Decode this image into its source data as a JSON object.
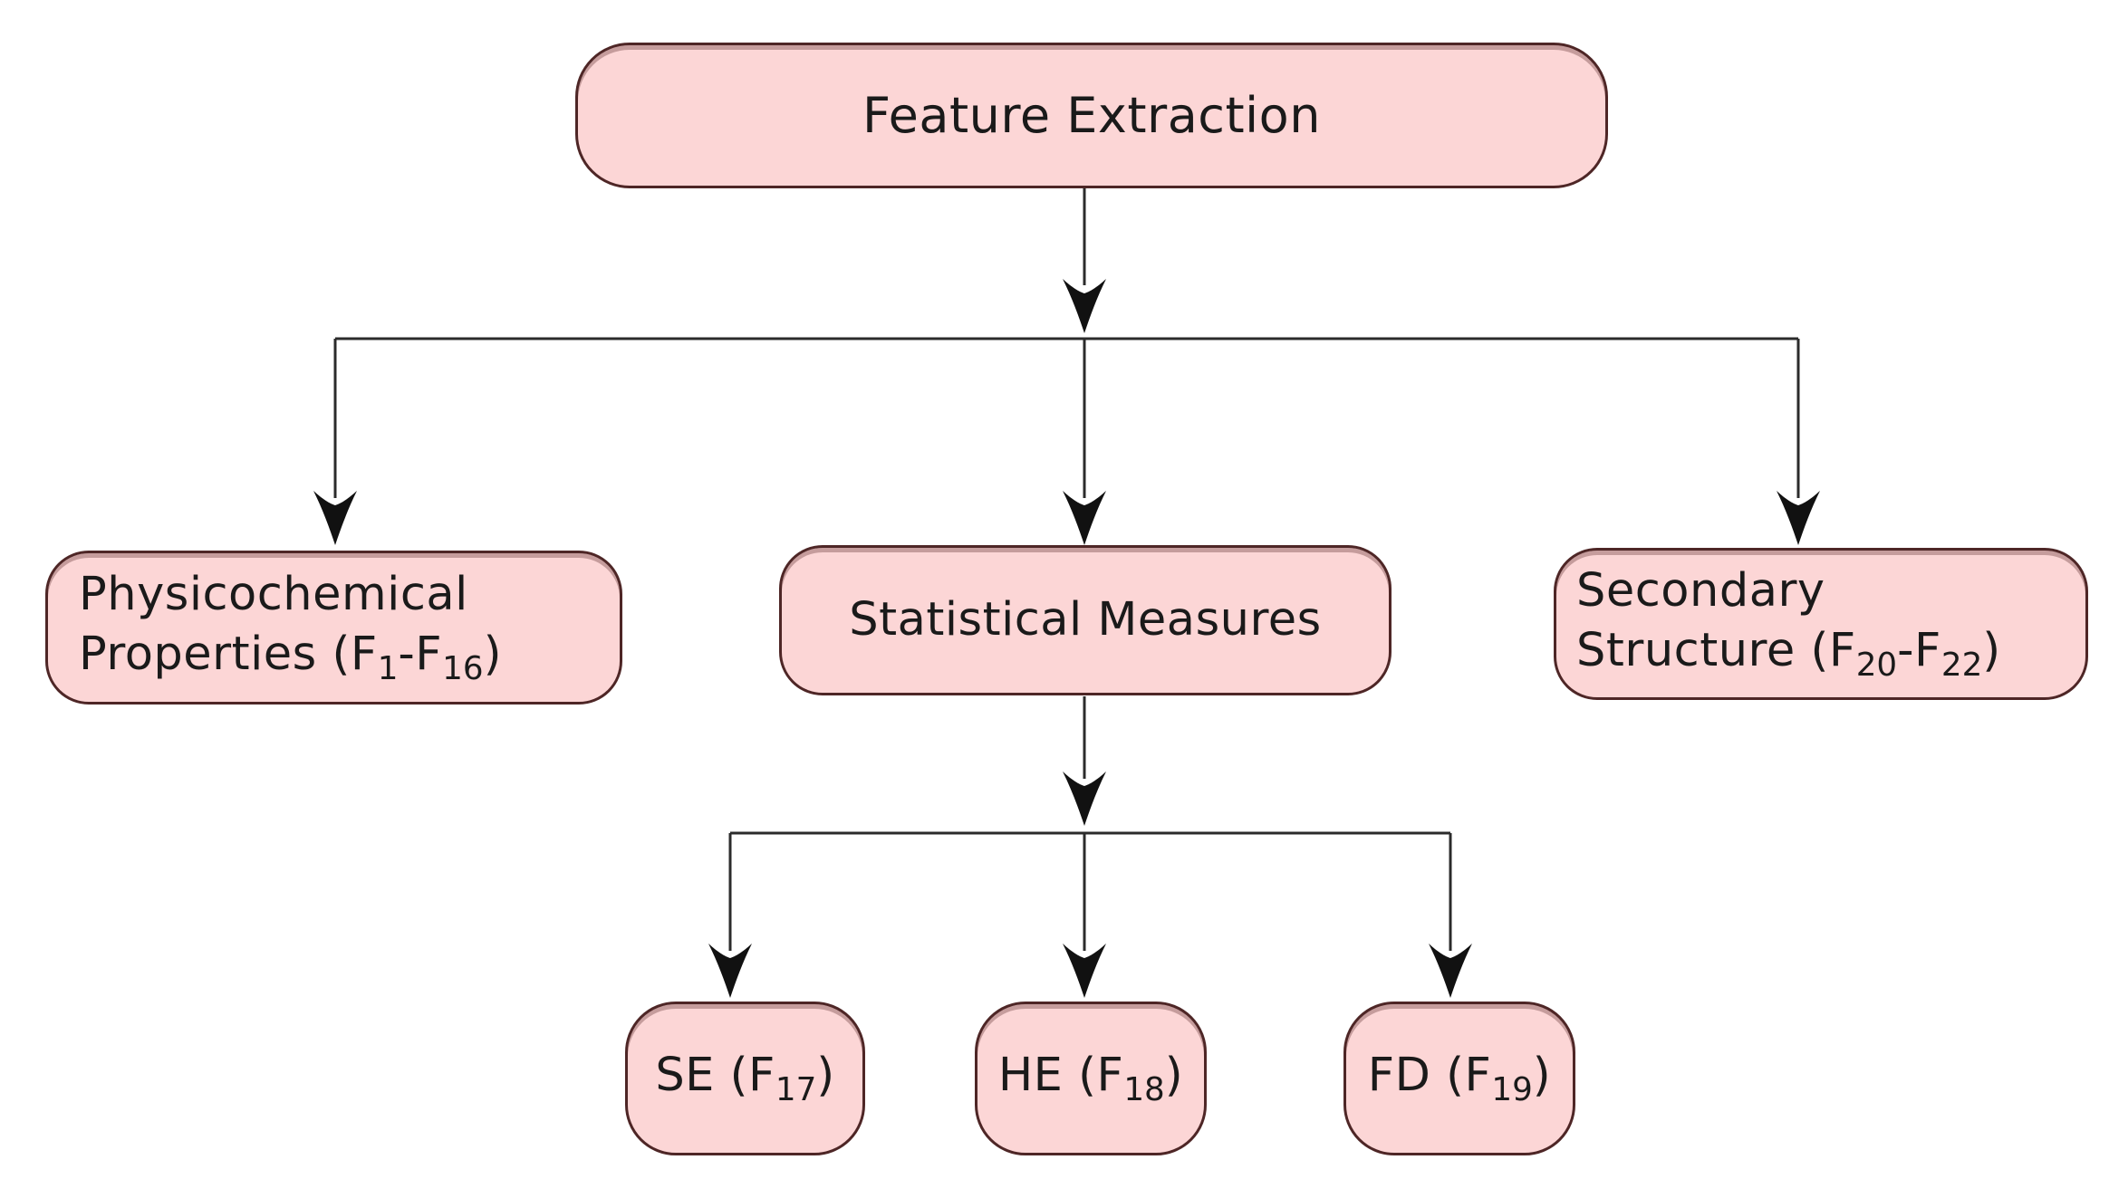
{
  "colors": {
    "background": "#ffffff",
    "box_fill": "#fcd6d6",
    "box_border": "#4e2626",
    "line_color": "#2b2b2b",
    "arrow_color": "#111111",
    "text_color": "#1a1a1a"
  },
  "nodes": {
    "feature_extraction": {
      "label": "Feature Extraction"
    },
    "physicochemical": {
      "line1": "Physicochemical",
      "line2": [
        {
          "t": "Properties (F"
        },
        {
          "s": "1"
        },
        {
          "t": "-F"
        },
        {
          "s": "16"
        },
        {
          "t": ")"
        }
      ]
    },
    "statistical": {
      "label": "Statistical Measures"
    },
    "secondary": {
      "line1": "Secondary",
      "line2": [
        {
          "t": "Structure (F"
        },
        {
          "s": "20"
        },
        {
          "t": "-F"
        },
        {
          "s": "22"
        },
        {
          "t": ")"
        }
      ]
    },
    "se": [
      {
        "t": "SE (F"
      },
      {
        "s": "17"
      },
      {
        "t": ")"
      }
    ],
    "he": [
      {
        "t": "HE (F"
      },
      {
        "s": "18"
      },
      {
        "t": ")"
      }
    ],
    "fd": [
      {
        "t": "FD (F"
      },
      {
        "s": "19"
      },
      {
        "t": ")"
      }
    ]
  }
}
